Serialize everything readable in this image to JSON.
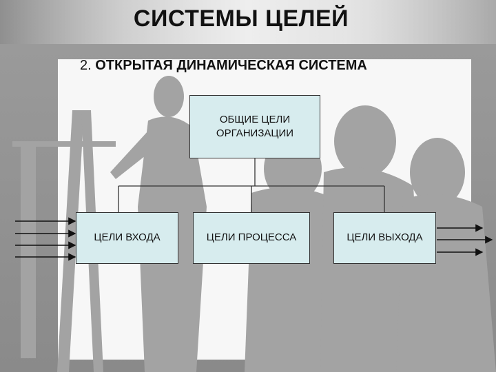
{
  "slide": {
    "title": "СИСТЕМЫ ЦЕЛЕЙ",
    "subtitle_number": "2.",
    "subtitle_text": "ОТКРЫТАЯ ДИНАМИЧЕСКАЯ СИСТЕМА"
  },
  "diagram": {
    "top_box": {
      "line1": "ОБЩИЕ ЦЕЛИ",
      "line2": "ОРГАНИЗАЦИИ"
    },
    "input_box": "ЦЕЛИ ВХОДА",
    "process_box": "ЦЕЛИ ПРОЦЕССА",
    "output_box": "ЦЕЛИ ВЫХОДА",
    "input_arrow_count": 4,
    "output_arrow_count": 3
  },
  "colors": {
    "box_fill": "#d7ecee",
    "box_border": "#333333",
    "silhouette": "#9c9c9c",
    "panel": "#f7f7f7"
  }
}
